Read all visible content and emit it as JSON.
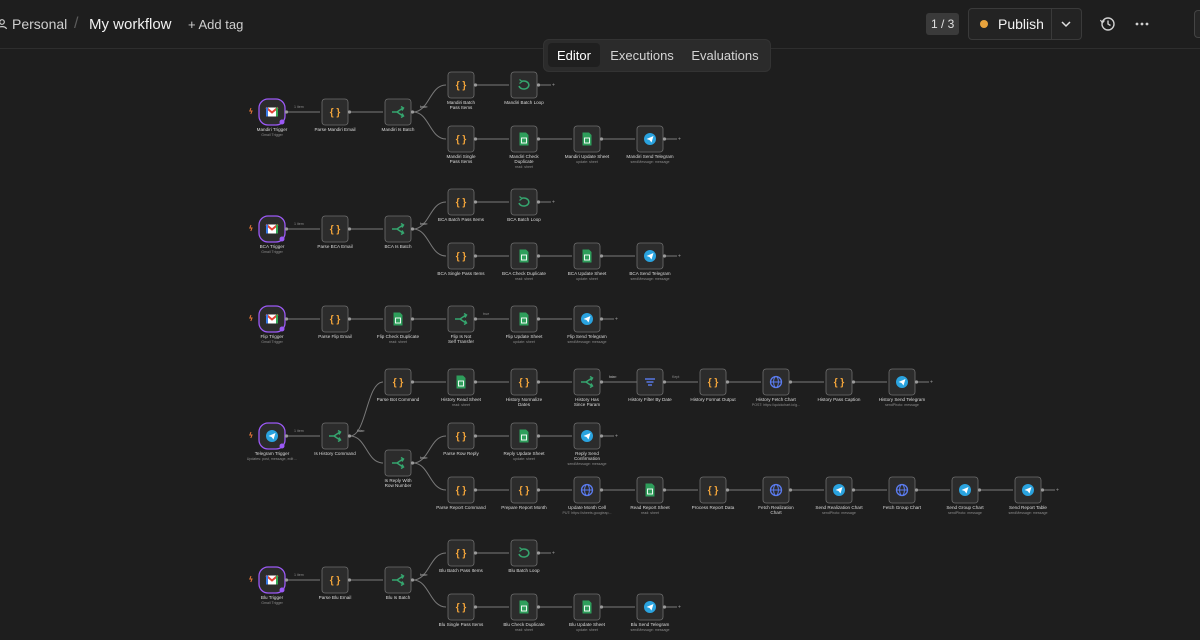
{
  "header": {
    "breadcrumb_owner": "Personal",
    "breadcrumb_separator": "/",
    "workflow_name": "My workflow",
    "add_tag_label": "+ Add tag",
    "pagination": "1 / 3",
    "publish_label": "Publish",
    "publish_status_color": "#e8a33d",
    "icons": [
      "person-icon",
      "chevron-down-icon",
      "history-icon",
      "more-horizontal-icon"
    ]
  },
  "tabs": [
    {
      "label": "Editor",
      "active": true
    },
    {
      "label": "Executions",
      "active": false
    },
    {
      "label": "Evaluations",
      "active": false
    }
  ],
  "colors": {
    "canvas_bg": "#1e1e1e",
    "node_bg": "#2c2c2c",
    "trigger_accent": "#9b59f5",
    "code_icon": "#f0a33a",
    "if_icon": "#35a56e",
    "sheets_icon": "#2e9e5b",
    "telegram_icon": "#2aa3df",
    "http_icon": "#5b7cf0",
    "filter_icon": "#5b7cf0"
  },
  "workflow": {
    "nodes": [
      {
        "id": "mt",
        "label": "Mandiri Trigger",
        "sub": "Gmail Trigger",
        "type": "gmail",
        "trigger": true
      },
      {
        "id": "mp",
        "label": "Parse Mandiri Email",
        "type": "code"
      },
      {
        "id": "mib",
        "label": "Mandiri Is Batch",
        "type": "if"
      },
      {
        "id": "mbp",
        "label": "Mandiri Batch Pass Items",
        "type": "code"
      },
      {
        "id": "mbl",
        "label": "Mandiri Batch Loop",
        "type": "loop"
      },
      {
        "id": "msp",
        "label": "Mandiri Single Pass Items",
        "type": "code"
      },
      {
        "id": "mcd",
        "label": "Mandiri Check Duplicate",
        "sub": "read: sheet",
        "type": "sheets"
      },
      {
        "id": "mus",
        "label": "Mandiri Update Sheet",
        "sub": "update: sheet",
        "type": "sheets"
      },
      {
        "id": "mst",
        "label": "Mandiri Send Telegram",
        "sub": "sendMessage: message",
        "type": "telegram"
      },
      {
        "id": "bt",
        "label": "BCA Trigger",
        "sub": "Gmail Trigger",
        "type": "gmail",
        "trigger": true
      },
      {
        "id": "bp",
        "label": "Parse BCA Email",
        "type": "code"
      },
      {
        "id": "bib",
        "label": "BCA Is Batch",
        "type": "if"
      },
      {
        "id": "bbp",
        "label": "BCA Batch Pass Items",
        "type": "code"
      },
      {
        "id": "bbl",
        "label": "BCA Batch Loop",
        "type": "loop"
      },
      {
        "id": "bsp",
        "label": "BCA Single Pass Items",
        "type": "code"
      },
      {
        "id": "bcd",
        "label": "BCA Check Duplicate",
        "sub": "read: sheet",
        "type": "sheets"
      },
      {
        "id": "bus",
        "label": "BCA Update Sheet",
        "sub": "update: sheet",
        "type": "sheets"
      },
      {
        "id": "bst",
        "label": "BCA Send Telegram",
        "sub": "sendMessage: message",
        "type": "telegram"
      },
      {
        "id": "ft",
        "label": "Flip Trigger",
        "sub": "Gmail Trigger",
        "type": "gmail",
        "trigger": true
      },
      {
        "id": "fp",
        "label": "Parse Flip Email",
        "type": "code"
      },
      {
        "id": "fcd",
        "label": "Flip Check Duplicate",
        "sub": "read: sheet",
        "type": "sheets"
      },
      {
        "id": "fnst",
        "label": "Flip Is Not Self Transfer",
        "type": "if"
      },
      {
        "id": "fus",
        "label": "Flip Update Sheet",
        "sub": "update: sheet",
        "type": "sheets"
      },
      {
        "id": "fst",
        "label": "Flip Send Telegram",
        "sub": "sendMessage: message",
        "type": "telegram"
      },
      {
        "id": "tt",
        "label": "Telegram Trigger",
        "sub": "Updates: post, message, edit ...",
        "type": "telegram",
        "trigger": true
      },
      {
        "id": "ihc",
        "label": "Is History Command",
        "type": "if"
      },
      {
        "id": "pbc",
        "label": "Parse Bot Command",
        "type": "code"
      },
      {
        "id": "hrs",
        "label": "History Read Sheet",
        "sub": "read: sheet",
        "type": "sheets"
      },
      {
        "id": "hnd",
        "label": "History Normalize Dates",
        "type": "code"
      },
      {
        "id": "hsp",
        "label": "History Has Since Param",
        "type": "if"
      },
      {
        "id": "hfd",
        "label": "History Filter By Date",
        "type": "filter"
      },
      {
        "id": "hfo",
        "label": "History Format Output",
        "type": "code"
      },
      {
        "id": "hfc",
        "label": "History Fetch Chart",
        "sub": "POST: https://quickchart.io/g...",
        "type": "http"
      },
      {
        "id": "hpc",
        "label": "History Pass Caption",
        "type": "code"
      },
      {
        "id": "hst",
        "label": "History Send Telegram",
        "sub": "sendPhoto: message",
        "type": "telegram"
      },
      {
        "id": "irwr",
        "label": "Is Reply With Row Number",
        "type": "if"
      },
      {
        "id": "prr",
        "label": "Parse Row Reply",
        "type": "code"
      },
      {
        "id": "rus",
        "label": "Reply Update Sheet",
        "sub": "update: sheet",
        "type": "sheets"
      },
      {
        "id": "rsc",
        "label": "Reply Send Confirmation",
        "sub": "sendMessage: message",
        "type": "telegram"
      },
      {
        "id": "prc",
        "label": "Parse Report Command",
        "type": "code"
      },
      {
        "id": "prm",
        "label": "Prepare Report Month",
        "type": "code"
      },
      {
        "id": "umc",
        "label": "Update Month Cell",
        "sub": "PUT: https://sheets.googleap...",
        "type": "http"
      },
      {
        "id": "rrs",
        "label": "Read Report Sheet",
        "sub": "read: sheet",
        "type": "sheets"
      },
      {
        "id": "prd",
        "label": "Process Report Data",
        "type": "code"
      },
      {
        "id": "frc",
        "label": "Fetch Realization Chart",
        "type": "http"
      },
      {
        "id": "src",
        "label": "Send Realization Chart",
        "sub": "sendPhoto: message",
        "type": "telegram"
      },
      {
        "id": "fgc",
        "label": "Fetch Group Chart",
        "type": "http"
      },
      {
        "id": "sgc",
        "label": "Send Group Chart",
        "sub": "sendPhoto: message",
        "type": "telegram"
      },
      {
        "id": "srt",
        "label": "Send Report Table",
        "sub": "sendMessage: message",
        "type": "telegram"
      },
      {
        "id": "blt",
        "label": "Blu Trigger",
        "sub": "Gmail Trigger",
        "type": "gmail",
        "trigger": true
      },
      {
        "id": "blp",
        "label": "Parse Blu Email",
        "type": "code"
      },
      {
        "id": "blib",
        "label": "Blu Is Batch",
        "type": "if"
      },
      {
        "id": "blbp",
        "label": "Blu Batch Pass Items",
        "type": "code"
      },
      {
        "id": "blbl",
        "label": "Blu Batch Loop",
        "type": "loop"
      },
      {
        "id": "blsp",
        "label": "Blu Single Pass Items",
        "type": "code"
      },
      {
        "id": "blcd",
        "label": "Blu Check Duplicate",
        "sub": "read: sheet",
        "type": "sheets"
      },
      {
        "id": "blus",
        "label": "Blu Update Sheet",
        "sub": "update: sheet",
        "type": "sheets"
      },
      {
        "id": "blst",
        "label": "Blu Send Telegram",
        "sub": "sendMessage: message",
        "type": "telegram"
      }
    ],
    "connections": [
      {
        "from": "mt",
        "to": "mp",
        "label": "1 item"
      },
      {
        "from": "mp",
        "to": "mib"
      },
      {
        "from": "mib",
        "to": "mbp",
        "label": "true"
      },
      {
        "from": "mib",
        "to": "msp",
        "label": "false"
      },
      {
        "from": "mbp",
        "to": "mbl"
      },
      {
        "from": "msp",
        "to": "mcd"
      },
      {
        "from": "mcd",
        "to": "mus"
      },
      {
        "from": "mus",
        "to": "mst"
      },
      {
        "from": "bt",
        "to": "bp",
        "label": "1 item"
      },
      {
        "from": "bp",
        "to": "bib"
      },
      {
        "from": "bib",
        "to": "bbp",
        "label": "true"
      },
      {
        "from": "bib",
        "to": "bsp",
        "label": "false"
      },
      {
        "from": "bbp",
        "to": "bbl"
      },
      {
        "from": "bsp",
        "to": "bcd"
      },
      {
        "from": "bcd",
        "to": "bus"
      },
      {
        "from": "bus",
        "to": "bst"
      },
      {
        "from": "ft",
        "to": "fp"
      },
      {
        "from": "fp",
        "to": "fcd"
      },
      {
        "from": "fcd",
        "to": "fnst"
      },
      {
        "from": "fnst",
        "to": "fus",
        "label": "true"
      },
      {
        "from": "fus",
        "to": "fst"
      },
      {
        "from": "tt",
        "to": "ihc",
        "label": "1 item"
      },
      {
        "from": "ihc",
        "to": "pbc",
        "label": "true"
      },
      {
        "from": "ihc",
        "to": "irwr",
        "label": "false"
      },
      {
        "from": "pbc",
        "to": "hrs"
      },
      {
        "from": "hrs",
        "to": "hnd"
      },
      {
        "from": "hnd",
        "to": "hsp"
      },
      {
        "from": "hsp",
        "to": "hfd",
        "label": "true"
      },
      {
        "from": "hsp",
        "to": "hfo",
        "label": "false"
      },
      {
        "from": "hfd",
        "to": "hfo",
        "label": "Kept"
      },
      {
        "from": "hfo",
        "to": "hfc"
      },
      {
        "from": "hfc",
        "to": "hpc"
      },
      {
        "from": "hpc",
        "to": "hst"
      },
      {
        "from": "irwr",
        "to": "prr",
        "label": "true"
      },
      {
        "from": "irwr",
        "to": "prc",
        "label": "false"
      },
      {
        "from": "prr",
        "to": "rus"
      },
      {
        "from": "rus",
        "to": "rsc"
      },
      {
        "from": "prc",
        "to": "prm"
      },
      {
        "from": "prm",
        "to": "umc"
      },
      {
        "from": "umc",
        "to": "rrs"
      },
      {
        "from": "rrs",
        "to": "prd"
      },
      {
        "from": "prd",
        "to": "frc"
      },
      {
        "from": "frc",
        "to": "src"
      },
      {
        "from": "src",
        "to": "fgc"
      },
      {
        "from": "fgc",
        "to": "sgc"
      },
      {
        "from": "sgc",
        "to": "srt"
      },
      {
        "from": "blt",
        "to": "blp",
        "label": "1 item"
      },
      {
        "from": "blp",
        "to": "blib"
      },
      {
        "from": "blib",
        "to": "blbp",
        "label": "true"
      },
      {
        "from": "blib",
        "to": "blsp",
        "label": "false"
      },
      {
        "from": "blbp",
        "to": "blbl"
      },
      {
        "from": "blsp",
        "to": "blcd"
      },
      {
        "from": "blcd",
        "to": "blus"
      },
      {
        "from": "blus",
        "to": "blst"
      }
    ]
  }
}
